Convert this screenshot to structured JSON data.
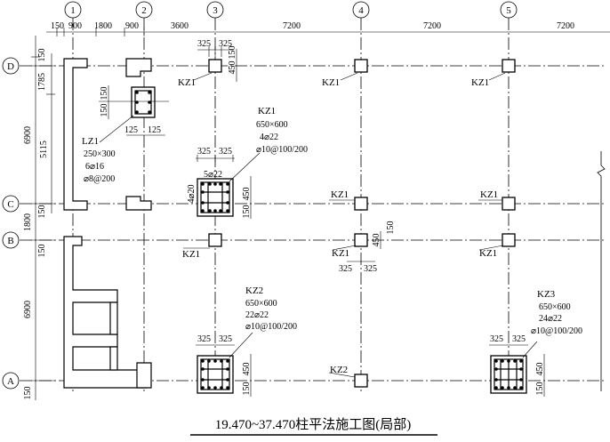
{
  "title": "19.470~37.470柱平法施工图(局部)",
  "axes_vertical": [
    "1",
    "2",
    "3",
    "4",
    "5"
  ],
  "axes_horizontal": [
    "D",
    "C",
    "B",
    "A"
  ],
  "top_dims": [
    "150",
    "900",
    "1800",
    "900",
    "3600",
    "7200",
    "7200",
    "7200"
  ],
  "left_dims": [
    "150",
    "1785",
    "6900",
    "5115",
    "150",
    "1800",
    "150",
    "6900",
    "150"
  ],
  "column_dims": {
    "w325": "325",
    "d450": "450",
    "d150": "150",
    "d125": "125"
  },
  "column_labels": {
    "kz1": "KZ1",
    "kz2": "KZ2",
    "kz3": "KZ3",
    "lz1": "LZ1"
  },
  "kz1_spec": [
    "KZ1",
    "650×600",
    "4⌀22",
    "⌀10@100/200"
  ],
  "kz1_rebar": {
    "top": "5⌀22",
    "side": "4⌀20"
  },
  "lz1_spec": [
    "LZ1",
    "250×300",
    "6⌀16",
    "⌀8@200"
  ],
  "kz2_spec": [
    "KZ2",
    "650×600",
    "22⌀22",
    "⌀10@100/200"
  ],
  "kz3_spec": [
    "KZ3",
    "650×600",
    "24⌀22",
    "⌀10@100/200"
  ]
}
